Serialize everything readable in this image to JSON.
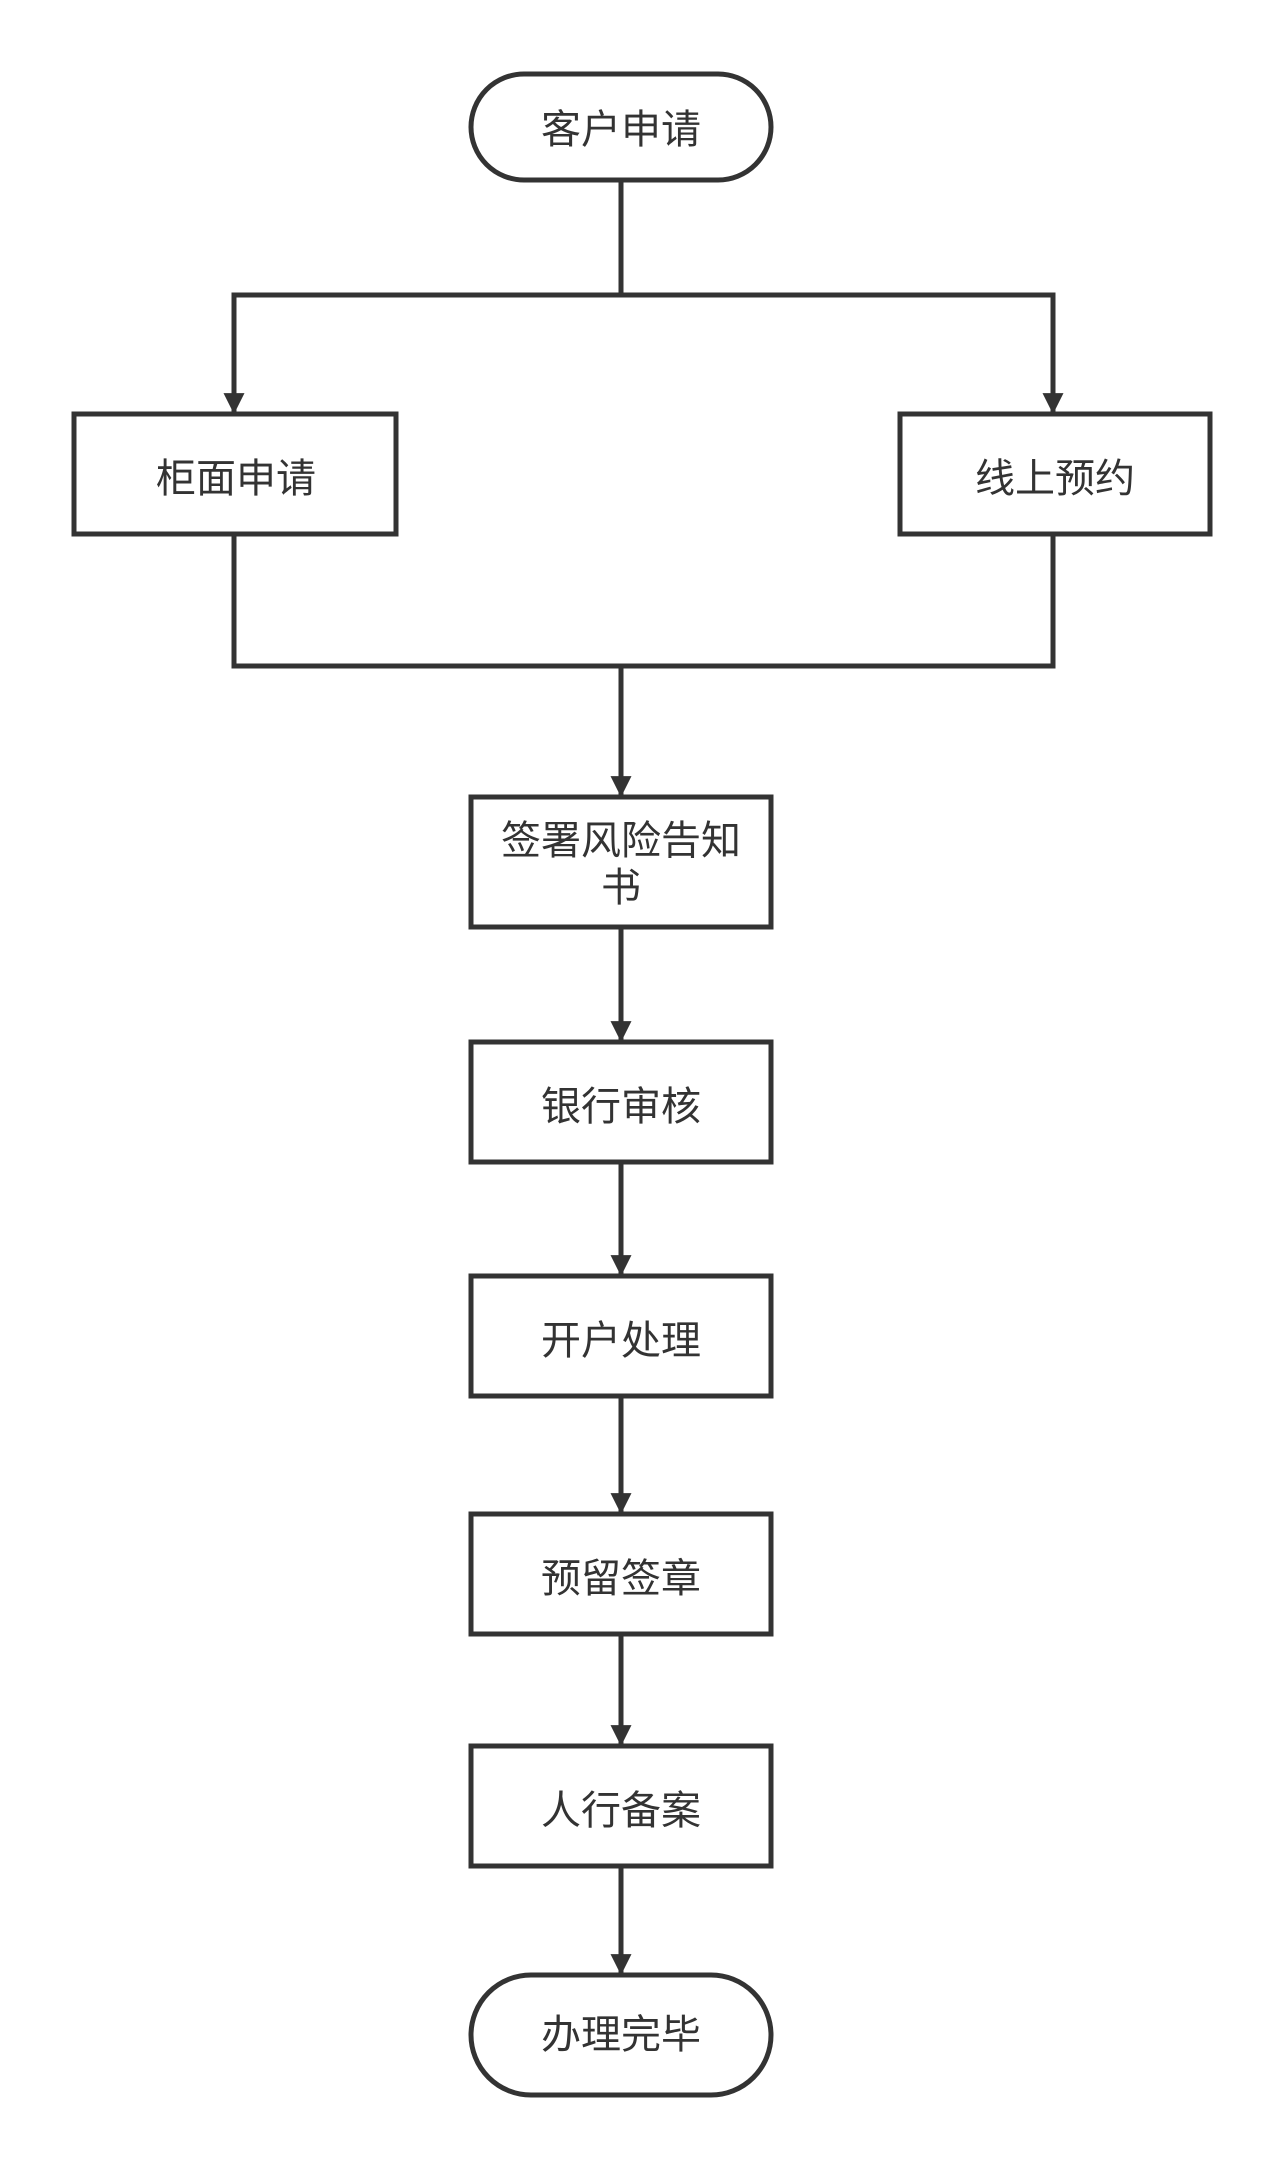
{
  "colors": {
    "stroke": "#333333",
    "fill": "#ffffff",
    "text": "#333333"
  },
  "nodes": {
    "start": "客户申请",
    "counter": "柜面申请",
    "online": "线上预约",
    "risk_line1": "签署风险告知",
    "risk_line2": "书",
    "review": "银行审核",
    "open": "开户处理",
    "seal": "预留签章",
    "pboc": "人行备案",
    "end": "办理完毕"
  }
}
